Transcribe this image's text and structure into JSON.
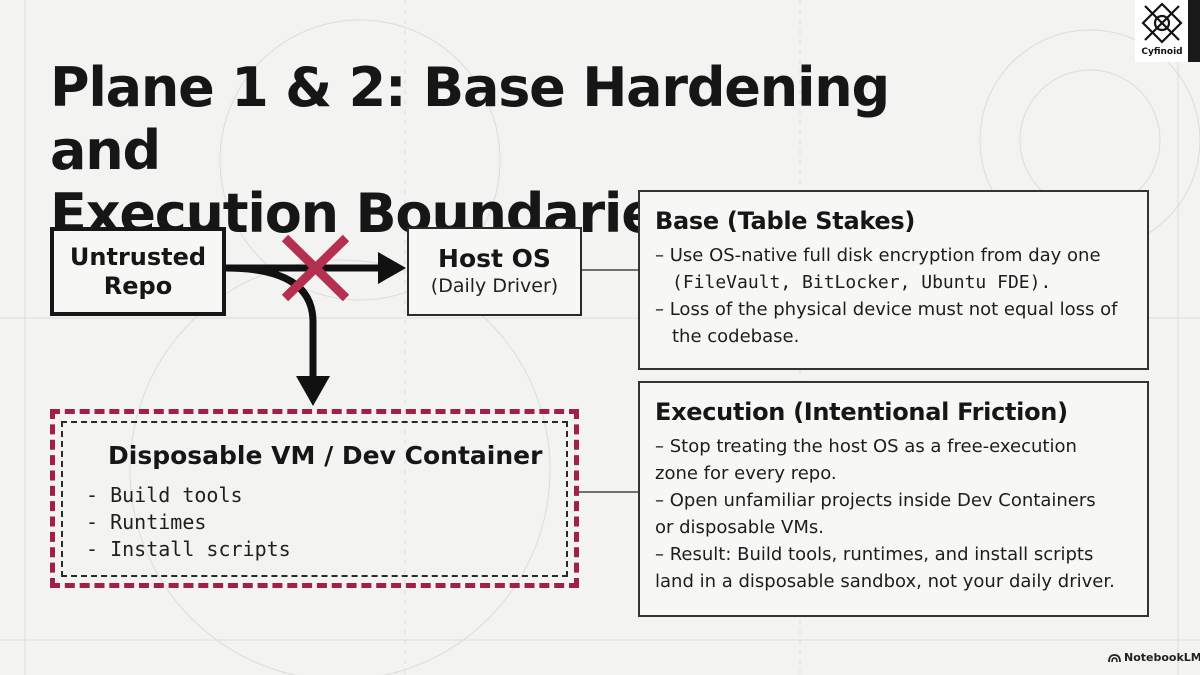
{
  "title": {
    "line1": "Plane 1 & 2: Base Hardening and",
    "line2": "Execution Boundaries"
  },
  "logo": {
    "text": "Cyfinoid",
    "icon": "cyfinoid-logo-icon"
  },
  "diagram": {
    "untrusted_repo": {
      "line1": "Untrusted",
      "line2": "Repo"
    },
    "host_os": {
      "title": "Host OS",
      "subtitle": "(Daily Driver)"
    },
    "blocked_marker": "x-icon",
    "sandbox": {
      "title": "Disposable VM / Dev Container",
      "items": [
        "- Build tools",
        "- Runtimes",
        "- Install scripts"
      ]
    },
    "colors": {
      "accent": "#a32045",
      "ink": "#161616"
    }
  },
  "base_panel": {
    "heading": "Base (Table Stakes)",
    "bullet1_a": "– Use OS-native full disk encryption from day one",
    "bullet1_b": "(FileVault, BitLocker, Ubuntu FDE).",
    "bullet2_a": "– Loss of the physical device must not equal loss of",
    "bullet2_b": "the codebase."
  },
  "exec_panel": {
    "heading": "Execution (Intentional Friction)",
    "l1": "– Stop treating the host OS as a free-execution",
    "l2": "zone for every repo.",
    "l3": "– Open unfamiliar projects inside Dev Containers",
    "l4": "or disposable VMs.",
    "l5": "– Result: Build tools, runtimes, and install scripts",
    "l6": "land in a disposable sandbox, not your daily driver."
  },
  "watermark": {
    "text": "NotebookLM",
    "icon": "notebooklm-icon"
  }
}
